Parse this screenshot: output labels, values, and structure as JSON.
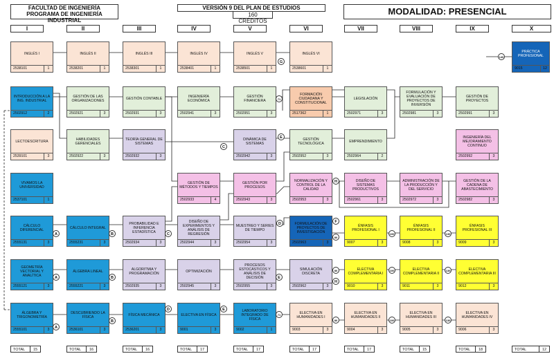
{
  "header": {
    "faculty": "FACULTAD DE INGENIERÍA",
    "program": "PROGRAMA DE INGENIERÍA INDUSTRIAL",
    "version": "VERSIÓN 9 DEL PLAN DE ESTUDIOS",
    "credits": "160 CRÉDITOS",
    "modality": "MODALIDAD: PRESENCIAL"
  },
  "columns": [
    "I",
    "II",
    "III",
    "IV",
    "V",
    "VI",
    "VII",
    "VIII",
    "IX",
    "X"
  ],
  "nodes": [
    {
      "n": "INGLÉS I",
      "c": "2538101",
      "k": "1"
    },
    {
      "n": "INGLÉS II",
      "c": "2538201",
      "k": "1"
    },
    {
      "n": "INGLÉS III",
      "c": "2538301",
      "k": "1"
    },
    {
      "n": "INGLÉS IV",
      "c": "2538401",
      "k": "1"
    },
    {
      "n": "INGLÉS V",
      "c": "2538501",
      "k": "1"
    },
    {
      "n": "INGLÉS VI",
      "c": "2538601",
      "k": "1"
    },
    {
      "n": "PRÁCTICA PROFESIONAL",
      "c": "9015",
      "k": "12"
    },
    {
      "n": "INTRODUCCIÓN A LA ING. INDUSTRIAL",
      "c": "2502912",
      "k": "2"
    },
    {
      "n": "GESTIÓN DE LAS ORGANIZACIONES",
      "c": "2502921",
      "k": "3"
    },
    {
      "n": "GESTIÓN CONTABLE",
      "c": "2502931",
      "k": "3"
    },
    {
      "n": "INGENIERÍA ECONÓMICA",
      "c": "2502941",
      "k": "3"
    },
    {
      "n": "GESTIÓN FINANCIERA",
      "c": "2502951",
      "k": "3"
    },
    {
      "n": "FORMACIÓN CIUDADANA Y CONSTITUCIONAL",
      "c": "2517362",
      "k": "1"
    },
    {
      "n": "LEGISLACIÓN",
      "c": "2502971",
      "k": "3"
    },
    {
      "n": "FORMULACIÓN Y EVALUACIÓN DE PROYECTOS DE INVERSIÓN",
      "c": "2502981",
      "k": "3"
    },
    {
      "n": "GESTIÓN DE PROYECTOS",
      "c": "2502991",
      "k": "3"
    },
    {
      "n": "LECTOESCRITURA",
      "c": "2539101",
      "k": "3"
    },
    {
      "n": "HABILIDADES GERENCIALES",
      "c": "2502922",
      "k": "3"
    },
    {
      "n": "TEORÍA GENERAL DE SISTEMAS",
      "c": "2502932",
      "k": "3"
    },
    {
      "n": "DINÁMICA DE SISTEMAS",
      "c": "2502942",
      "k": "3"
    },
    {
      "n": "GESTIÓN TECNOLÓGICA",
      "c": "2502952",
      "k": "3"
    },
    {
      "n": "EMPRENDIMIENTO",
      "c": "2502964",
      "k": "2"
    },
    {
      "n": "INGENIERÍA DEL MEJORAMIENTO CONTINUO",
      "c": "2502992",
      "k": "3"
    },
    {
      "n": "VIVAMOS LA UNIVERSIDAD",
      "c": "2537101",
      "k": "1"
    },
    {
      "n": "GESTIÓN DE MÉTODOS Y TIEMPOS",
      "c": "2502933",
      "k": "4"
    },
    {
      "n": "GESTIÓN POR PROCESOS",
      "c": "2502943",
      "k": "3"
    },
    {
      "n": "NORMALIZACIÓN Y CONTROL DE LA CALIDAD",
      "c": "2502953",
      "k": "3"
    },
    {
      "n": "DISEÑO DE SISTEMAS PRODUCTIVOS",
      "c": "2502961",
      "k": "3"
    },
    {
      "n": "ADMINISTRACIÓN DE LA PRODUCCIÓN Y DEL SERVICIO",
      "c": "2502972",
      "k": "3"
    },
    {
      "n": "GESTIÓN DE LA CADENA DE ABASTECIMIENTO",
      "c": "2502982",
      "k": "3"
    },
    {
      "n": "CÁLCULO DIFERENCIAL",
      "c": "2555131",
      "k": "3"
    },
    {
      "n": "CÁLCULO INTEGRAL",
      "c": "2555231",
      "k": "3"
    },
    {
      "n": "PROBABILIDAD E INFERENCIA ESTADÍSTICA",
      "c": "2502934",
      "k": "3"
    },
    {
      "n": "DISEÑO DE EXPERIMENTOS Y ANÁLISIS DE REGRESIÓN",
      "c": "2502944",
      "k": "3"
    },
    {
      "n": "MUESTREO Y SERIES DE TIEMPO",
      "c": "2502954",
      "k": "3"
    },
    {
      "n": "FORMULACIÓN DE PROYECTOS DE INVESTIGACIÓN",
      "c": "2502963",
      "k": "3"
    },
    {
      "n": "ÉNFASIS PROFESIONAL I",
      "c": "9007",
      "k": "3"
    },
    {
      "n": "ÉNFASIS PROFESIONAL II",
      "c": "9008",
      "k": "3"
    },
    {
      "n": "ÉNFASIS PROFESIONAL III",
      "c": "9009",
      "k": "3"
    },
    {
      "n": "GEOMETRÍA VECTORIAL Y ANALÍTICA",
      "c": "2555121",
      "k": "3"
    },
    {
      "n": "ÁLGEBRA LINEAL",
      "c": "2555221",
      "k": "3"
    },
    {
      "n": "ALGORITMIA Y PROGRAMACIÓN",
      "c": "2502935",
      "k": "3"
    },
    {
      "n": "OPTIMIZACIÓN",
      "c": "2502945",
      "k": "3"
    },
    {
      "n": "PROCESOS ESTOCÁSTICOS Y ANÁLISIS DE DECISIÓN",
      "c": "2502955",
      "k": "3"
    },
    {
      "n": "SIMULACIÓN DISCRETA",
      "c": "2502962",
      "k": "3"
    },
    {
      "n": "ELECTIVA COMPLEMENTARIA I",
      "c": "9010",
      "k": "3"
    },
    {
      "n": "ELECTIVA COMPLEMENTARIA II",
      "c": "9011",
      "k": "3"
    },
    {
      "n": "ELECTIVA COMPLEMENTARIA III",
      "c": "9012",
      "k": "3"
    },
    {
      "n": "ÁLGEBRA Y TRIGONOMETRÍA",
      "c": "2555101",
      "k": "3"
    },
    {
      "n": "DESCUBRIENDO LA FÍSICA",
      "c": "2536101",
      "k": "3"
    },
    {
      "n": "FÍSICA MECÁNICA",
      "c": "2536201",
      "k": "3"
    },
    {
      "n": "ELECTIVA EN FÍSICA",
      "c": "9001",
      "k": "3"
    },
    {
      "n": "LABORATORIO INTEGRADO DE FÍSICA",
      "c": "9002",
      "k": "1"
    },
    {
      "n": "ELECTIVA EN HUMANIDADES I",
      "c": "9003",
      "k": "3"
    },
    {
      "n": "ELECTIVA EN HUMANIDADES II",
      "c": "9004",
      "k": "3"
    },
    {
      "n": "ELECTIVA EN HUMANIDADES III",
      "c": "9005",
      "k": "3"
    },
    {
      "n": "ELECTIVA EN HUMANIDADES IV",
      "c": "9006",
      "k": "3"
    }
  ],
  "markers": [
    "G",
    "71",
    "C",
    "E",
    "H",
    "D",
    "F",
    "80",
    "100",
    "A",
    "B",
    "130",
    "140"
  ],
  "totals": {
    "label": "TOTAL",
    "values": [
      "15",
      "16",
      "16",
      "17",
      "17",
      "17",
      "17",
      "15",
      "18",
      "12"
    ]
  }
}
